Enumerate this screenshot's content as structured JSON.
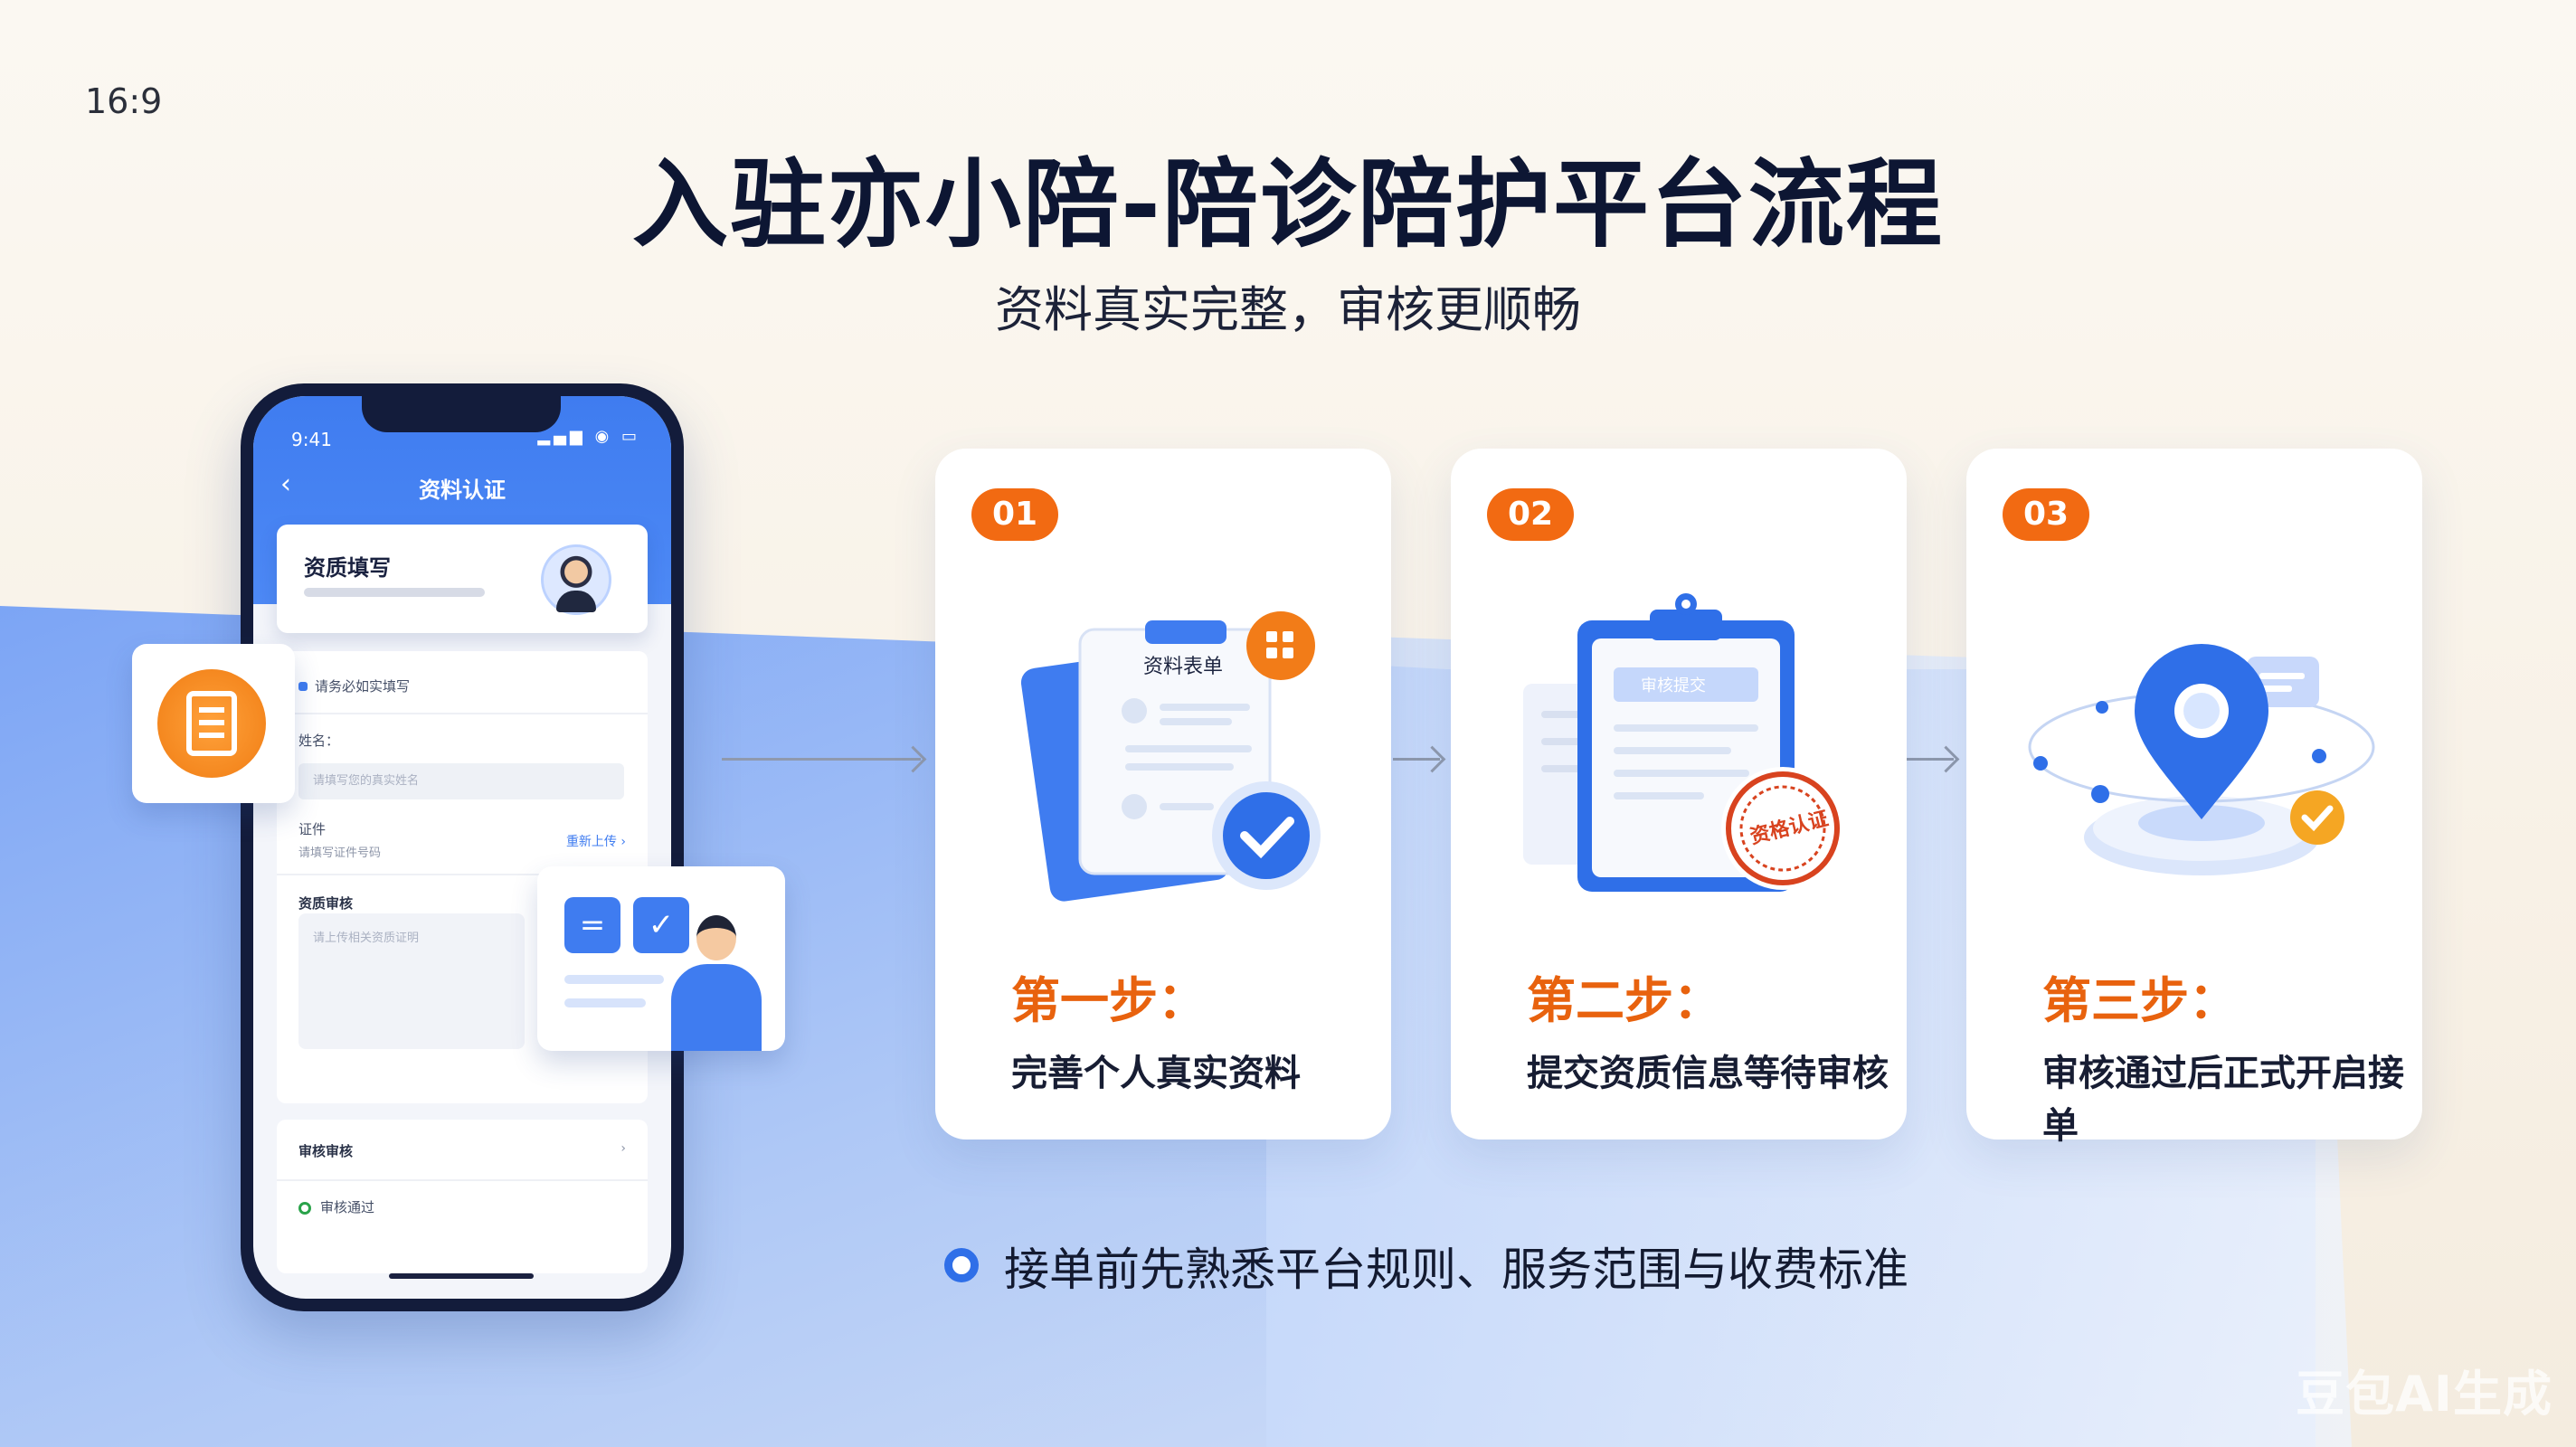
{
  "ratio_label": "16:9",
  "title": "入驻亦小陪-陪诊陪护平台流程",
  "subtitle": "资料真实完整，审核更顺畅",
  "phone": {
    "time": "9:41",
    "screen_title": "资料认证",
    "profile_title": "资质填写",
    "row_note": "请务必如实填写",
    "name_label": "姓名：",
    "name_placeholder": "请填写您的真实姓名",
    "field_label": "证件",
    "field_sub": "请填写证件号码",
    "field_link": "重新上传",
    "section_title": "资质审核",
    "section_placeholder": "请上传相关资质证明",
    "review_title": "审核审核",
    "review_status": "审核通过"
  },
  "steps": [
    {
      "badge": "01",
      "title": "第一步：",
      "desc": "完善个人真实资料",
      "illus_label": "资料表单"
    },
    {
      "badge": "02",
      "title": "第二步：",
      "desc": "提交资质信息等待审核",
      "illus_label": "审核提交",
      "stamp": "资格认证"
    },
    {
      "badge": "03",
      "title": "第三步：",
      "desc": "审核通过后正式开启接单"
    }
  ],
  "note": "接单前先熟悉平台规则、服务范围与收费标准",
  "watermark": "豆包AI生成",
  "colors": {
    "blue": "#3f7cf0",
    "orange": "#f26a12",
    "navy": "#0d1633"
  }
}
